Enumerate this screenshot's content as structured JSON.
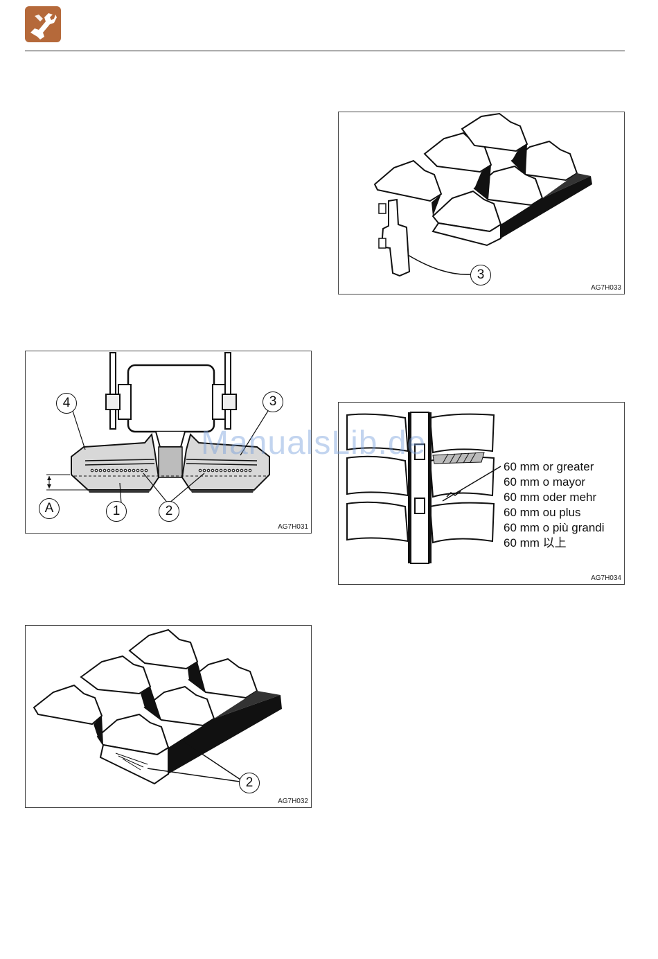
{
  "header": {
    "icon": "wrench-hand-icon",
    "accent": "#b5693a"
  },
  "watermark": "ManualsLib.de",
  "figures": {
    "fig_031": {
      "code": "AG7H031",
      "callouts": {
        "a": "A",
        "one": "1",
        "two": "2",
        "three": "3",
        "four": "4"
      }
    },
    "fig_032": {
      "code": "AG7H032",
      "callouts": {
        "two": "2"
      }
    },
    "fig_033": {
      "code": "AG7H033",
      "callouts": {
        "three": "3"
      }
    },
    "fig_034": {
      "code": "AG7H034",
      "lines": [
        "60 mm or greater",
        "60 mm o mayor",
        "60 mm oder mehr",
        "60 mm ou plus",
        "60 mm o più grandi",
        "60 mm 以上"
      ]
    }
  }
}
